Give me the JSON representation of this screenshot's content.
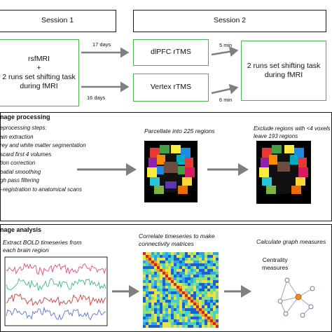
{
  "session1": {
    "title": "Session 1",
    "content_lines": [
      "rsfMRI",
      "+",
      "2 runs set shifting task",
      "during fMRI"
    ]
  },
  "session2": {
    "title": "Session 2"
  },
  "arrow_labels": {
    "top": "17 days",
    "bottom": "16 days",
    "to_task_top": "5 min",
    "to_task_bottom": "6 min"
  },
  "tms": {
    "dlpfc": "dlPFC rTMS",
    "vertex": "Vertex rTMS"
  },
  "task_box": {
    "lines": [
      "2 runs set shifting task",
      "during fMRI"
    ]
  },
  "image_processing": {
    "title": "nage processing",
    "steps_header": "eprocessing steps:",
    "steps": [
      "ain extraction",
      "rey and white matter segmentation",
      "scard first 4 volumes",
      "tion  correction",
      "patial smoothing",
      "gh pass filtering",
      "–registration to anatomical scans"
    ],
    "parcellate": "Parcellate into 225 regions",
    "exclude_lines": [
      "Exclude regions with <4 voxels",
      "leave 193 regions"
    ]
  },
  "image_analysis": {
    "title": "nage analysis",
    "extract_lines": [
      "Extract BOLD timeseries from",
      "each brain region"
    ],
    "correlate_lines": [
      "Correlate timeseries to make",
      "connectivity matrices"
    ],
    "graph": "Calculate graph measures",
    "centrality_lines": [
      "Centrality",
      "measures"
    ]
  },
  "colors": {
    "box_border": "#1a1a1a",
    "tms_border": "#4caf50",
    "arrow": "#7f7f7f",
    "series": [
      "#e05a8a",
      "#4bbd9b",
      "#d24a4a",
      "#6b7fd6"
    ]
  }
}
